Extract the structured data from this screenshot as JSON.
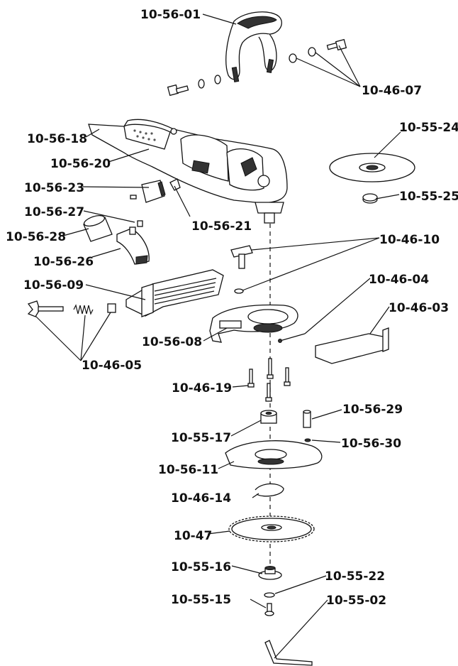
{
  "labels": {
    "l_10_56_01": "10-56-01",
    "l_10_46_07": "10-46-07",
    "l_10_56_18": "10-56-18",
    "l_10_56_20": "10-56-20",
    "l_10_55_24": "10-55-24",
    "l_10_56_23": "10-56-23",
    "l_10_55_25": "10-55-25",
    "l_10_56_27": "10-56-27",
    "l_10_56_21": "10-56-21",
    "l_10_56_28": "10-56-28",
    "l_10_56_26": "10-56-26",
    "l_10_46_10": "10-46-10",
    "l_10_56_09": "10-56-09",
    "l_10_46_04": "10-46-04",
    "l_10_46_03": "10-46-03",
    "l_10_56_08": "10-56-08",
    "l_10_46_05": "10-46-05",
    "l_10_46_19": "10-46-19",
    "l_10_56_29": "10-56-29",
    "l_10_55_17": "10-55-17",
    "l_10_56_30": "10-56-30",
    "l_10_56_11": "10-56-11",
    "l_10_46_14": "10-46-14",
    "l_10_47": "10-47",
    "l_10_55_16": "10-55-16",
    "l_10_55_22": "10-55-22",
    "l_10_55_15": "10-55-15",
    "l_10_55_02": "10-55-02"
  }
}
